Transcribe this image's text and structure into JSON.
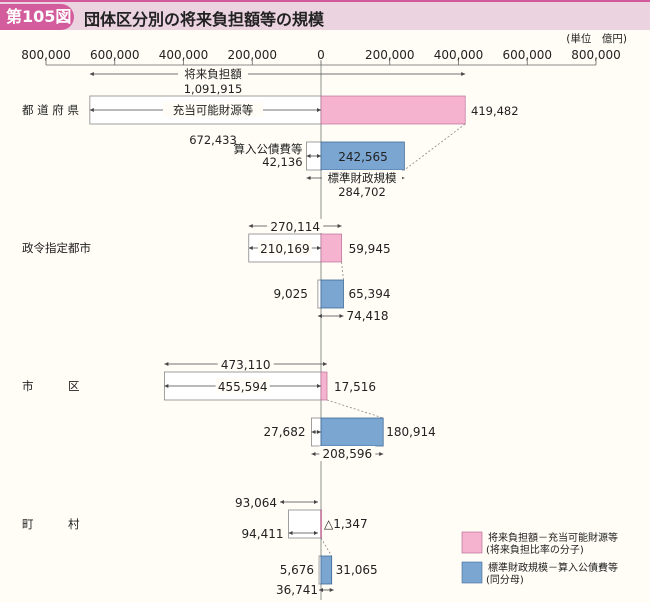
{
  "header": {
    "figure_no": "第105図",
    "title": "団体区分別の将来負担額等の規模"
  },
  "chart_data": {
    "type": "bar",
    "title": "団体区分別の将来負担額等の規模",
    "unit": "(単位　億円)",
    "xlim": [
      -800000,
      800000
    ],
    "ticks": [
      -800000,
      -600000,
      -400000,
      -200000,
      0,
      200000,
      400000,
      600000,
      800000
    ],
    "tick_labels": [
      "800,000",
      "600,000",
      "400,000",
      "200,000",
      "0",
      "200,000",
      "400,000",
      "600,000",
      "800,000"
    ],
    "annotations": {
      "future_burden": "将来負担額",
      "offset_resources": "充当可能財源等",
      "deduction": "算入公債費等",
      "standard_scale": "標準財政規模"
    },
    "groups": [
      {
        "name": "都 道 府 県",
        "future_burden": 1091915,
        "future_burden_label": "1,091,915",
        "offset": 672433,
        "offset_label": "672,433",
        "numerator": 419482,
        "numerator_label": "419,482",
        "deduction": 42136,
        "deduction_label": "42,136",
        "denominator": 242565,
        "denominator_label": "242,565",
        "standard_scale": 284702,
        "standard_scale_label": "284,702"
      },
      {
        "name": "政令指定都市",
        "future_burden": 270114,
        "future_burden_label": "270,114",
        "offset": 210169,
        "offset_label": "210,169",
        "numerator": 59945,
        "numerator_label": "59,945",
        "deduction": 9025,
        "deduction_label": "9,025",
        "denominator": 65394,
        "denominator_label": "65,394",
        "standard_scale": 74418,
        "standard_scale_label": "74,418"
      },
      {
        "name": "市　　　区",
        "future_burden": 473110,
        "future_burden_label": "473,110",
        "offset": 455594,
        "offset_label": "455,594",
        "numerator": 17516,
        "numerator_label": "17,516",
        "deduction": 27682,
        "deduction_label": "27,682",
        "denominator": 180914,
        "denominator_label": "180,914",
        "standard_scale": 208596,
        "standard_scale_label": "208,596"
      },
      {
        "name": "町　　　村",
        "future_burden": 93064,
        "future_burden_label": "93,064",
        "offset": 94411,
        "offset_label": "94,411",
        "numerator": -1347,
        "numerator_label": "△1,347",
        "deduction": 5676,
        "deduction_label": "5,676",
        "denominator": 31065,
        "denominator_label": "31,065",
        "standard_scale": 36741,
        "standard_scale_label": "36,741"
      }
    ],
    "legend": [
      {
        "line1": "将来負担額－充当可能財源等",
        "line2": "(将来負担比率の分子)",
        "color": "#f5b3d0"
      },
      {
        "line1": "標準財政規模－算入公債費等",
        "line2": "(同分母)",
        "color": "#7ba6d2"
      }
    ],
    "legend_position": "bottom-right"
  }
}
